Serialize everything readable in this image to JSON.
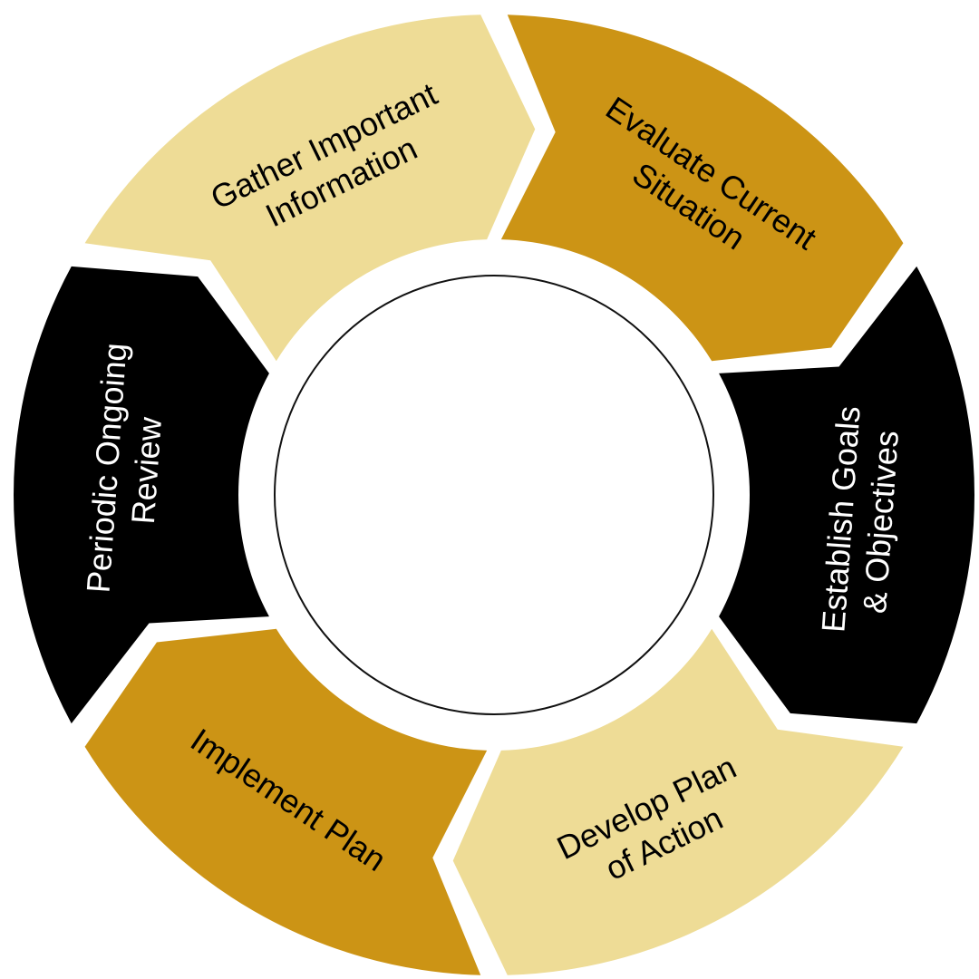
{
  "steps": [
    {
      "lines": [
        "Gather Important",
        "Information"
      ],
      "fill": "#EEDC96",
      "text_color": "#000000"
    },
    {
      "lines": [
        "Evaluate Current",
        "Situation"
      ],
      "fill": "#CC9415",
      "text_color": "#000000"
    },
    {
      "lines": [
        "Establish Goals",
        "& Objectives"
      ],
      "fill": "#000000",
      "text_color": "#ffffff"
    },
    {
      "lines": [
        "Develop Plan",
        "of Action"
      ],
      "fill": "#EEDC96",
      "text_color": "#000000"
    },
    {
      "lines": [
        "Implement Plan"
      ],
      "fill": "#CC9415",
      "text_color": "#000000"
    },
    {
      "lines": [
        "Periodic Ongoing",
        "Review"
      ],
      "fill": "#000000",
      "text_color": "#ffffff"
    }
  ],
  "center": {
    "fill": "#ffffff",
    "stroke": "#111111"
  }
}
